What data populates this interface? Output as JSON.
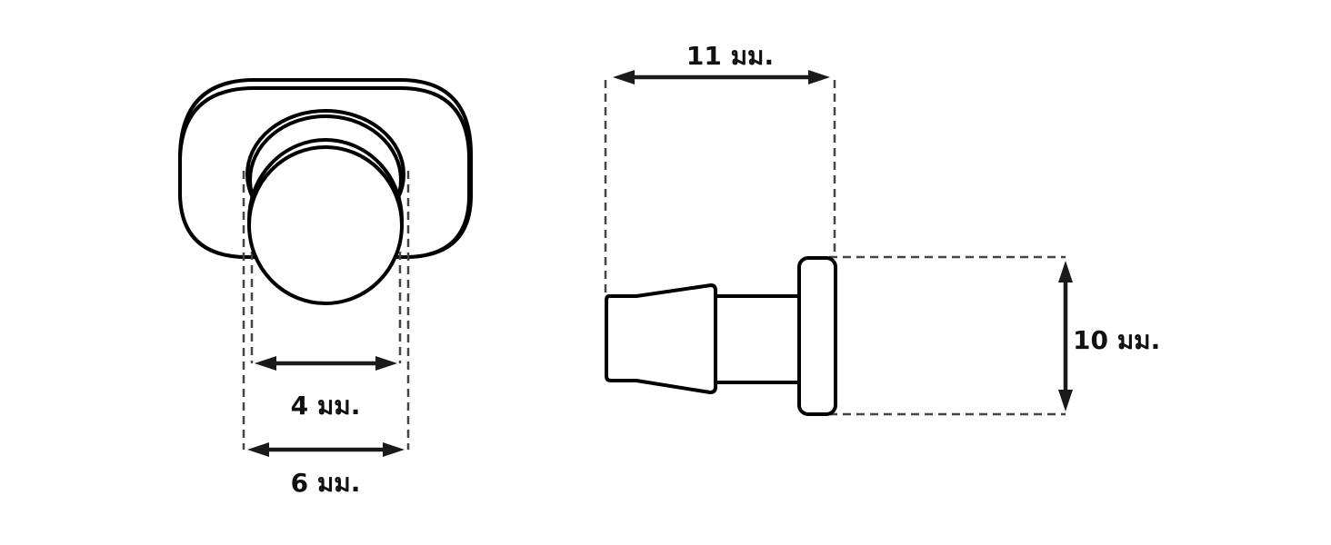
{
  "dimensions": {
    "inner_width": "4 มม.",
    "outer_width": "6 มม.",
    "side_length": "11 มม.",
    "head_height": "10 มม."
  }
}
